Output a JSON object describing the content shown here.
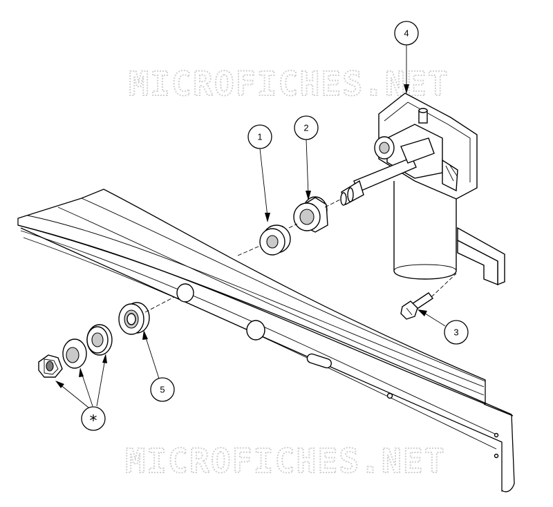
{
  "watermark": {
    "top": "MICROFICHES.NET",
    "bottom": "MICROFICHES.NET"
  },
  "callouts": {
    "c1": "1",
    "c2": "2",
    "c3": "3",
    "c4": "4",
    "c5": "5",
    "star": "*"
  }
}
